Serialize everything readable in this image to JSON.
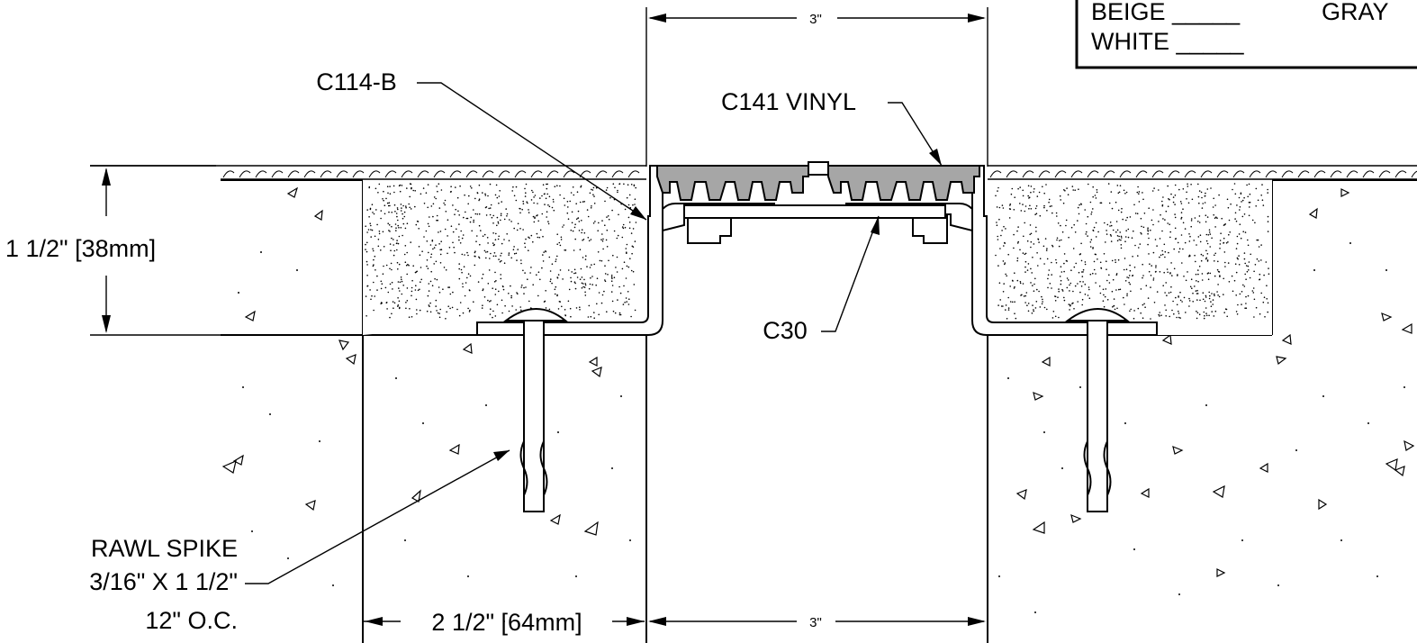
{
  "legend": {
    "beige": "BEIGE _____",
    "gray": "GRAY",
    "white": "WHITE _____"
  },
  "labels": {
    "c114b": "C114-B",
    "c141": "C141 VINYL",
    "c30": "C30",
    "height_dim": "1 1/2\" [38mm]",
    "width_dim": "2 1/2\" [64mm]",
    "top_dim": "3\"",
    "bottom_dim": "3\"",
    "rawl_line1": "RAWL SPIKE",
    "rawl_line2": "3/16\" X 1 1/2\"",
    "rawl_line3": "12\" O.C."
  },
  "colors": {
    "vinyl": "#a6a6a6",
    "spike": "#ffffff",
    "line": "#000000"
  }
}
